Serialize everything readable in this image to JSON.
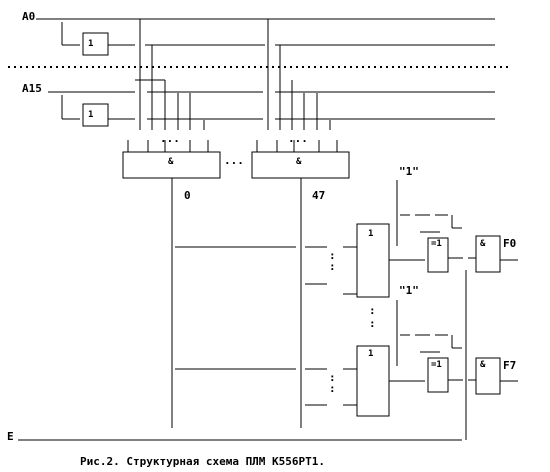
{
  "labels": {
    "a0": "A0",
    "a15": "A15",
    "e": "E",
    "term_first": "0",
    "term_last": "47",
    "const_top": "\"1\"",
    "const_bottom": "\"1\"",
    "out_first": "F0",
    "out_last": "F7"
  },
  "gates": {
    "inv": "1",
    "and": "&",
    "or": "1",
    "xor": "=1",
    "out_and": "&"
  },
  "continuation": {
    "dots_h": "...",
    "dots_v": ":"
  },
  "caption": "Рис.2. Структурная схема ПЛМ К556РТ1.",
  "colors": {
    "ink": "#000000",
    "paper": "#ffffff"
  }
}
